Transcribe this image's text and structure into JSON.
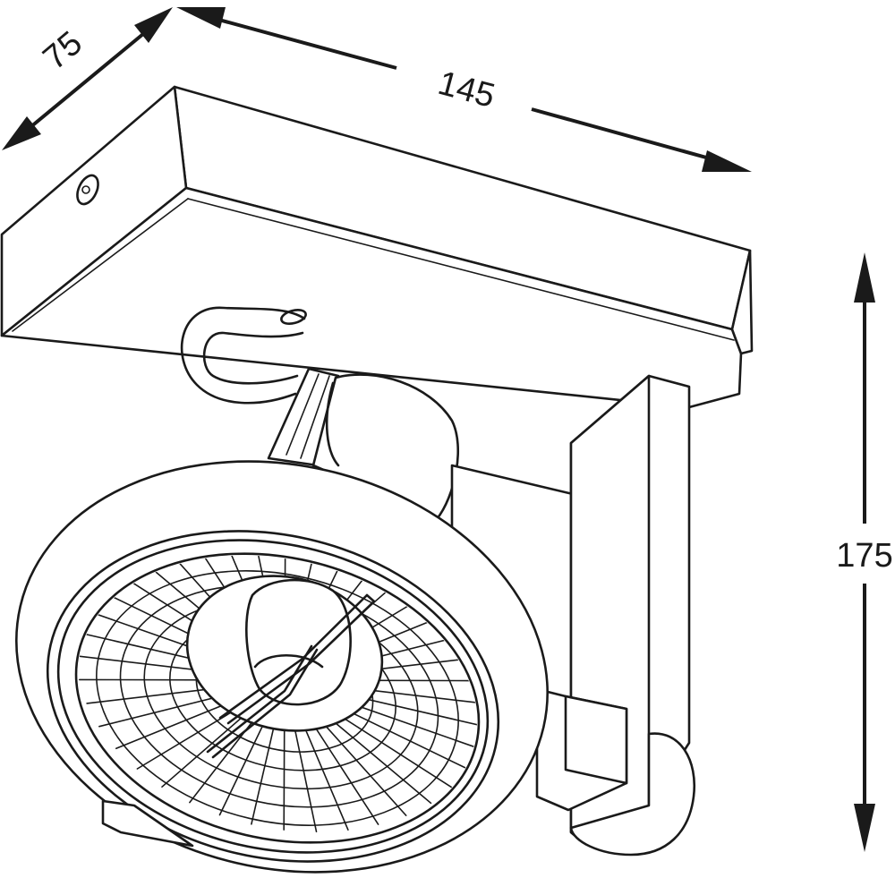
{
  "dimensions": {
    "depth": "75",
    "width": "145",
    "height": "175"
  },
  "colors": {
    "ink": "#1a1a1a",
    "background": "#ffffff"
  }
}
